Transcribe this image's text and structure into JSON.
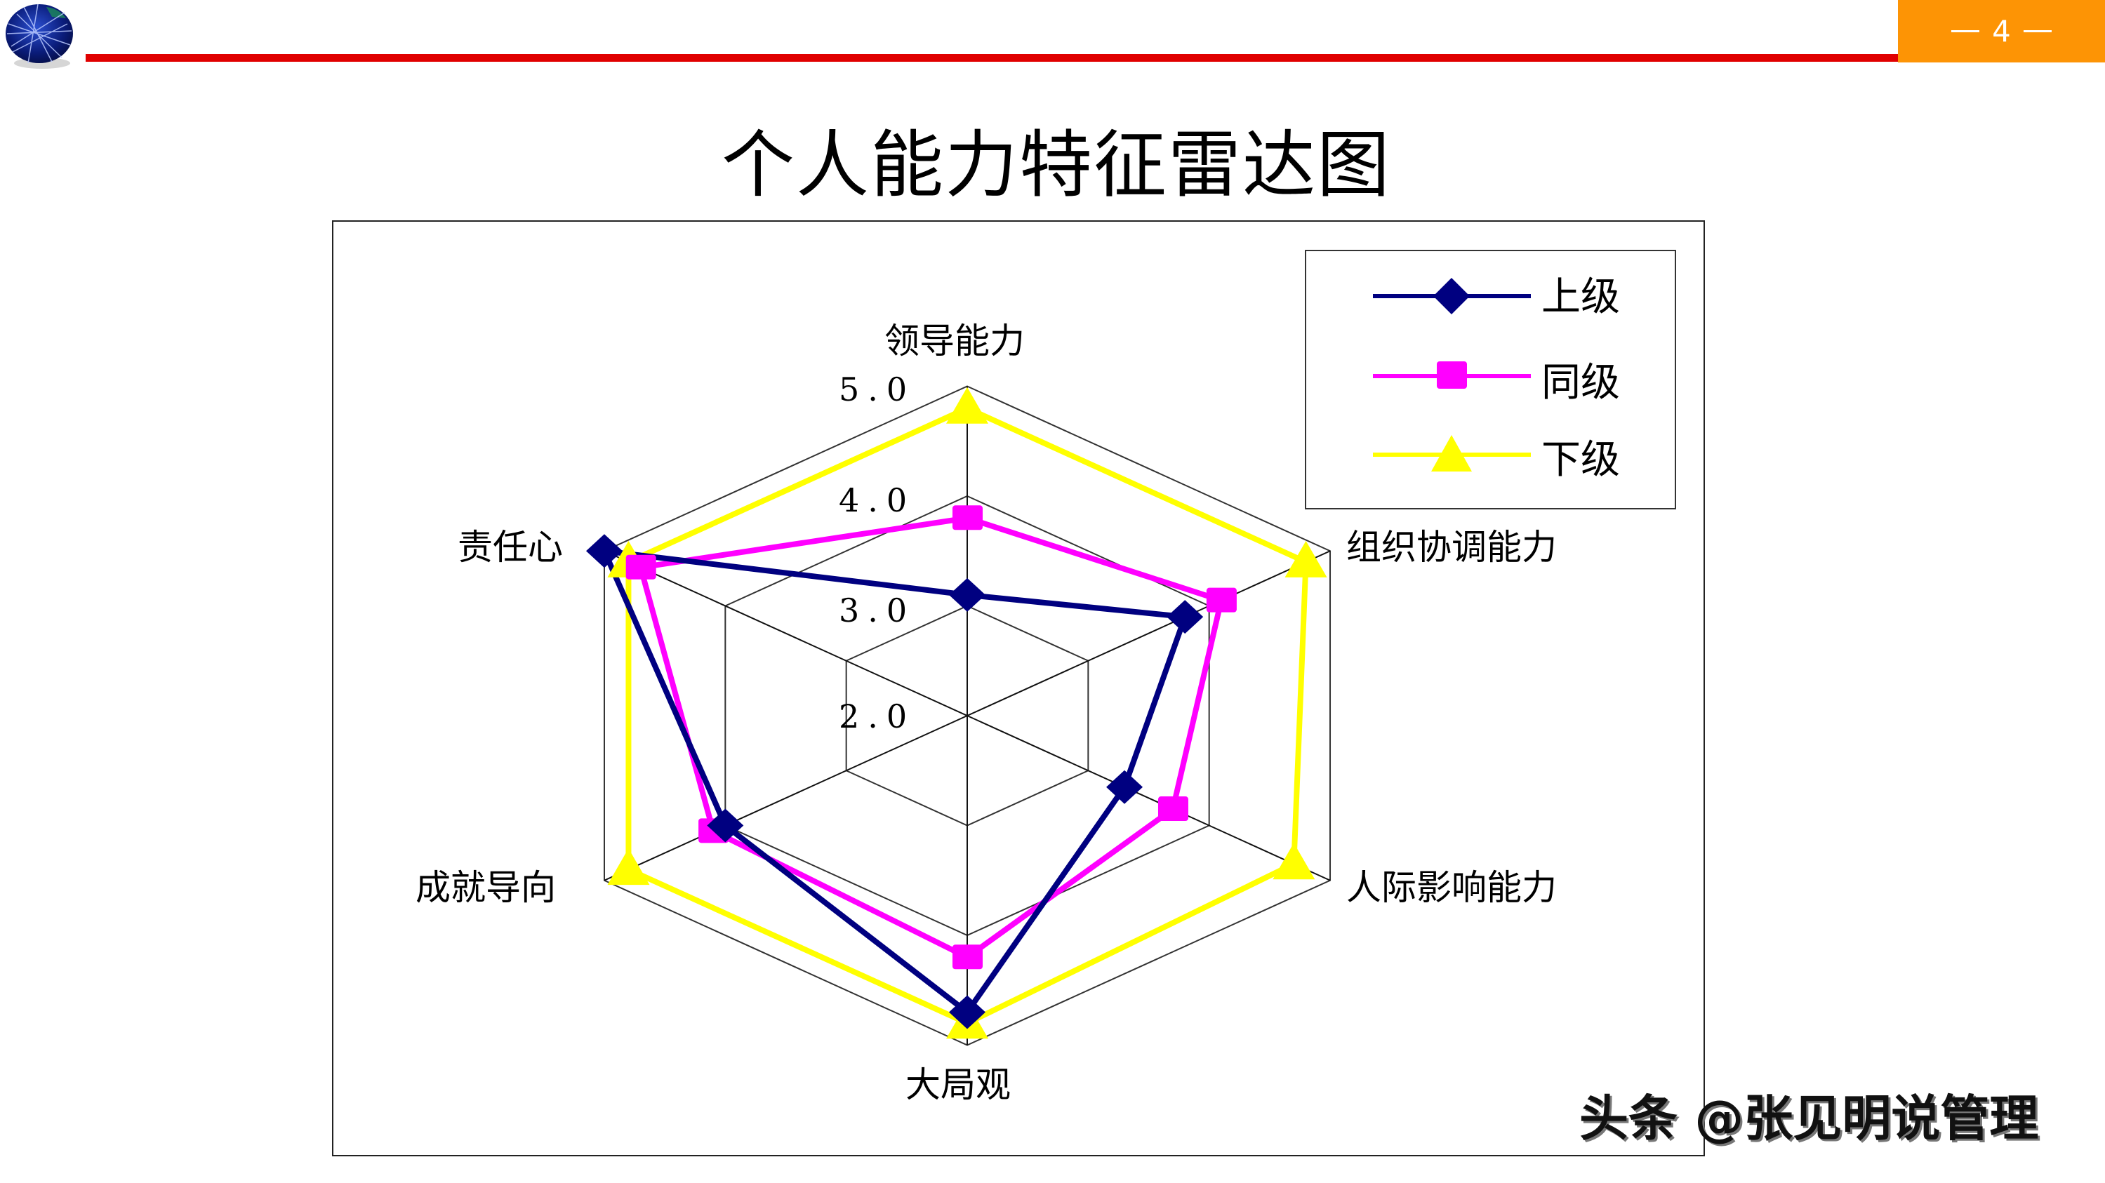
{
  "header": {
    "page_number": "4",
    "page_box_color": "#fd9405",
    "bar_color": "#e00000"
  },
  "slide": {
    "title": "个人能力特征雷达图"
  },
  "watermark": "头条 @张见明说管理",
  "chart_data": {
    "type": "radar",
    "title": "个人能力特征雷达图",
    "categories": [
      "领导能力",
      "组织协调能力",
      "人际影响能力",
      "大局观",
      "成就导向",
      "责任心"
    ],
    "series": [
      {
        "name": "上级",
        "color": "#000080",
        "marker": "diamond",
        "values": [
          3.1,
          3.8,
          3.3,
          4.7,
          4.0,
          5.0
        ]
      },
      {
        "name": "同级",
        "color": "#ff00ff",
        "marker": "square",
        "values": [
          3.8,
          4.1,
          3.7,
          4.2,
          4.1,
          4.7
        ]
      },
      {
        "name": "下级",
        "color": "#ffff00",
        "marker": "triangle",
        "values": [
          4.8,
          4.8,
          4.7,
          4.8,
          4.8,
          4.8
        ]
      }
    ],
    "rlim": [
      2.0,
      5.0
    ],
    "tick_labels": [
      "2.0",
      "3.0",
      "4.0",
      "5.0"
    ],
    "ticks": [
      2.0,
      3.0,
      4.0,
      5.0
    ],
    "grid": true,
    "legend_position": "top-right"
  }
}
